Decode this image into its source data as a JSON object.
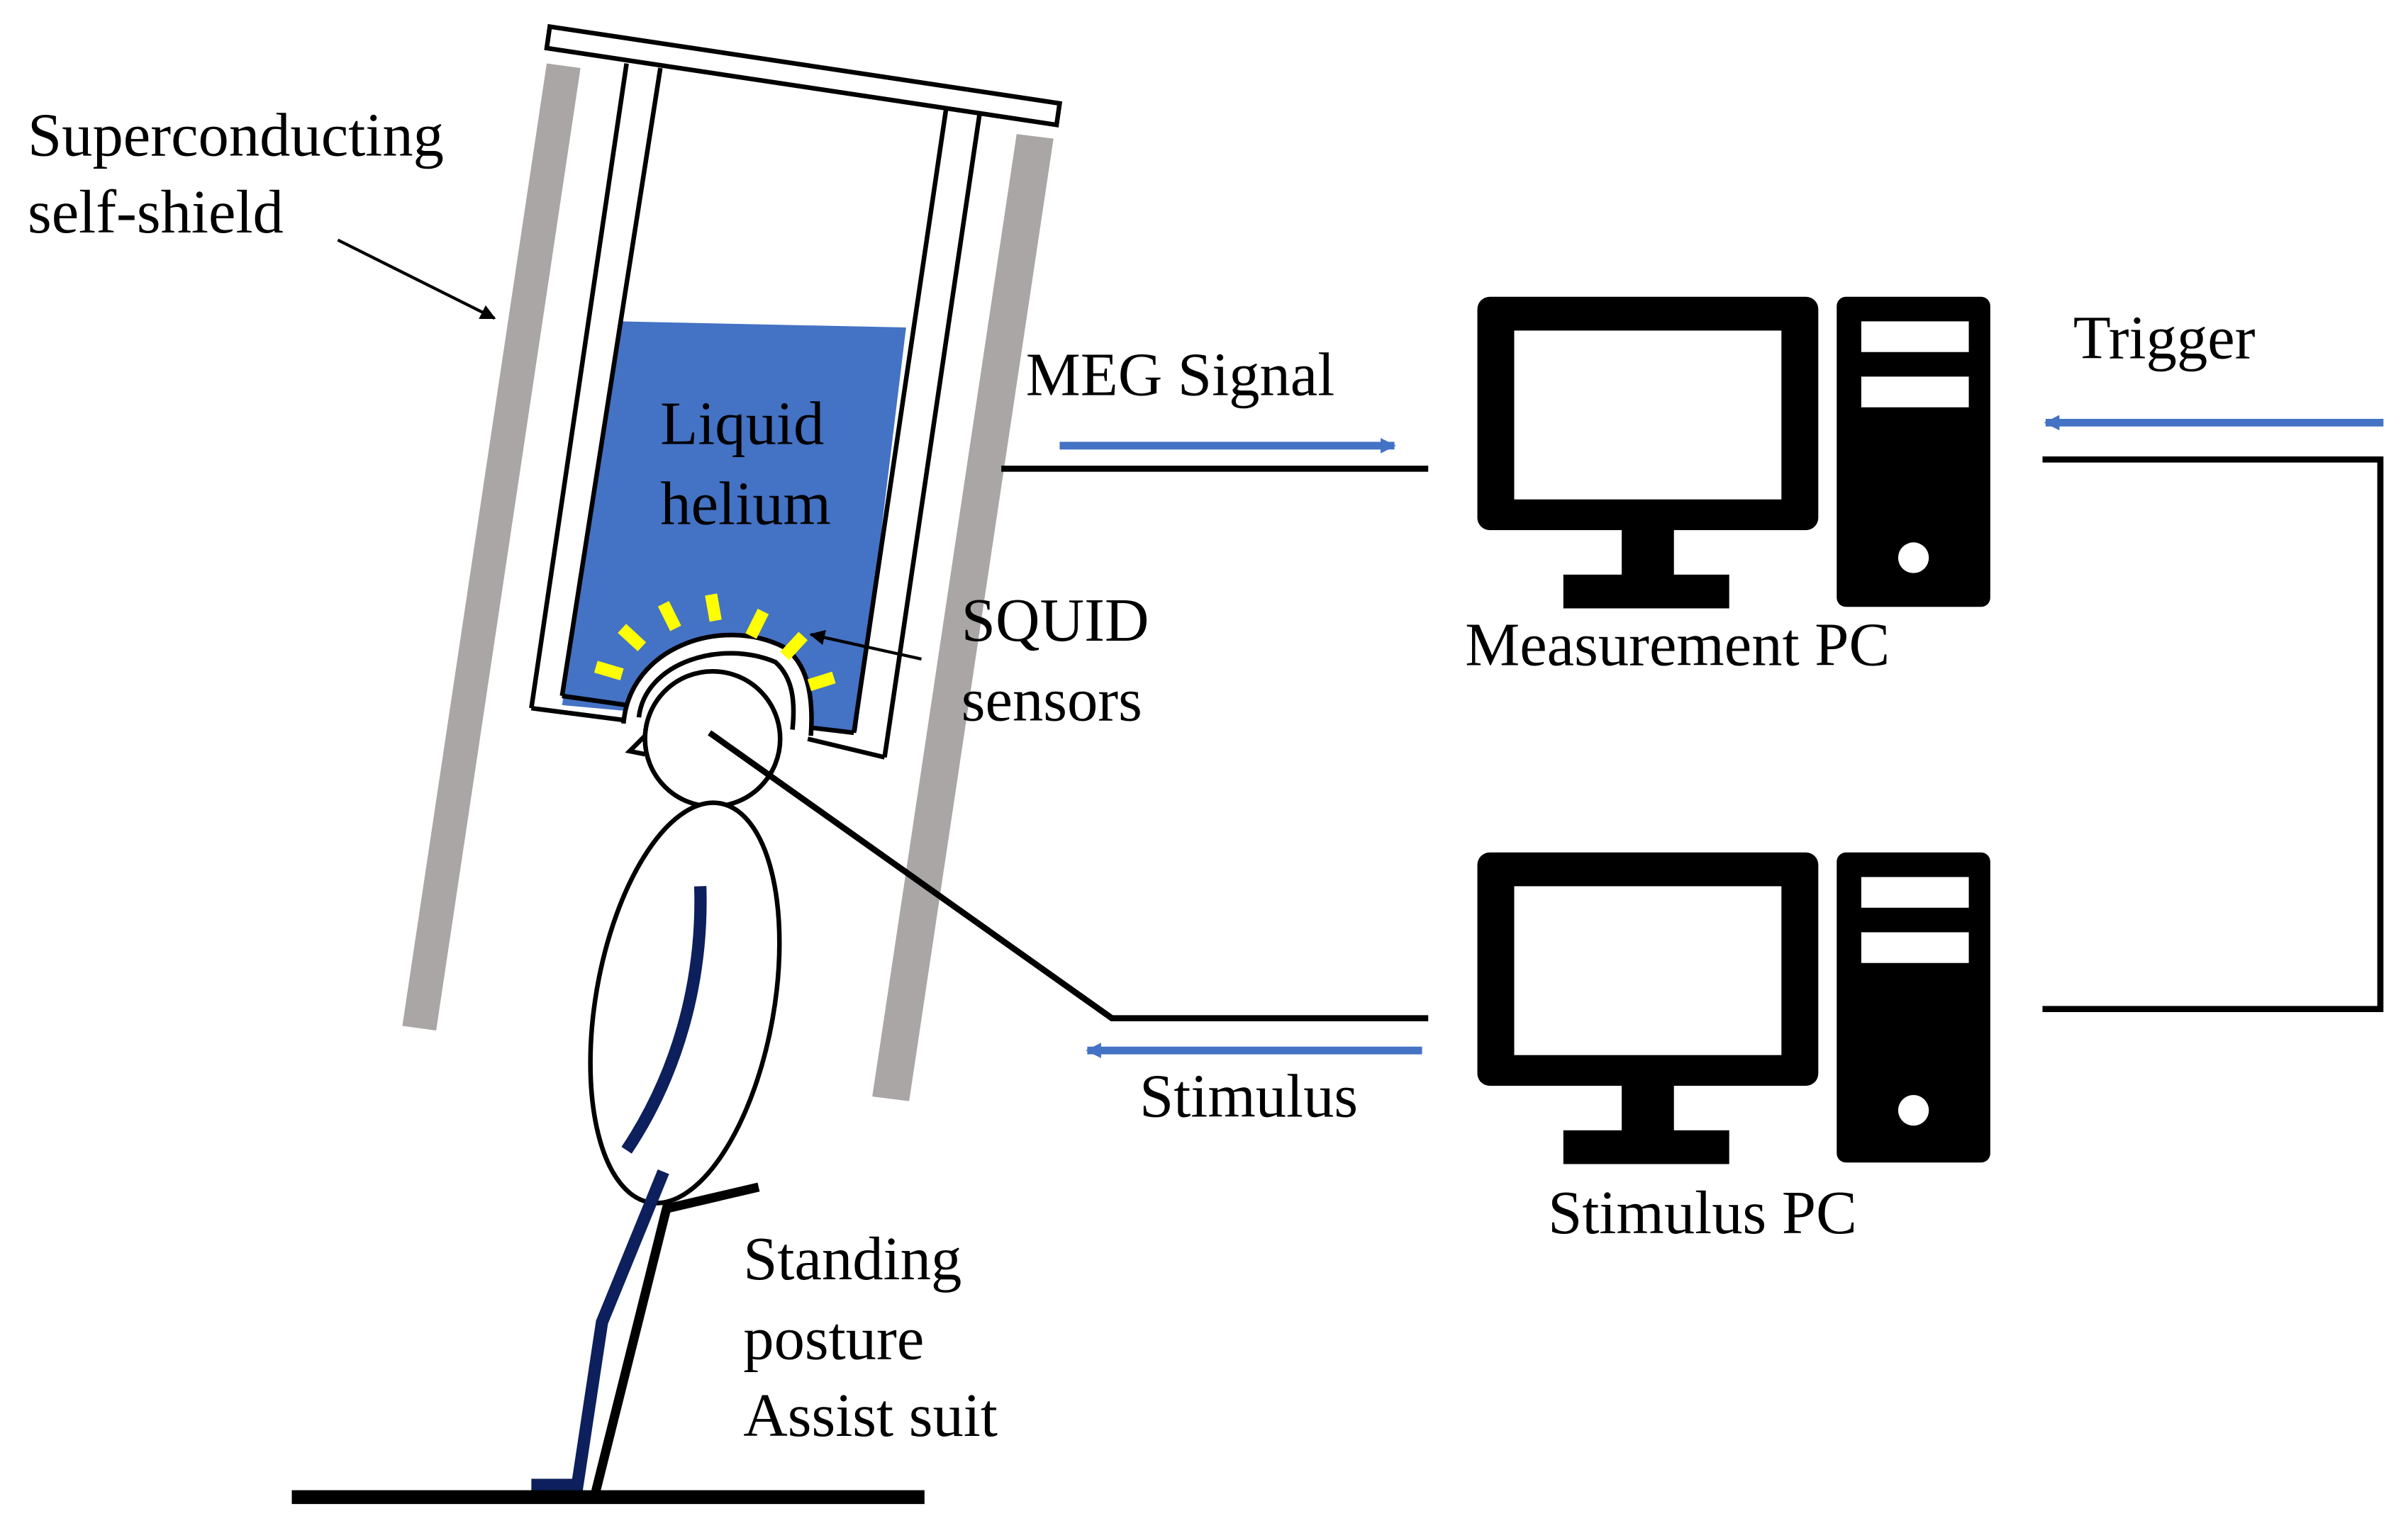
{
  "labels": {
    "shield_line1": "Superconducting",
    "shield_line2": "self-shield",
    "helium_line1": "Liquid",
    "helium_line2": "helium",
    "squid_line1": "SQUID",
    "squid_line2": "sensors",
    "meg_signal": "MEG Signal",
    "trigger": "Trigger",
    "measurement_pc": "Measurement PC",
    "stimulus_pc": "Stimulus PC",
    "stimulus": "Stimulus",
    "suit_line1": "Standing",
    "suit_line2": "posture",
    "suit_line3": "Assist suit"
  },
  "colors": {
    "shield": "#aaa6a6",
    "helium": "#4472c4",
    "sensor": "#ffff00",
    "arrow": "#4472c4",
    "suit": "#0d1f5c",
    "line": "#000000"
  },
  "icons": {
    "measurement_pc": "desktop-computer-icon",
    "stimulus_pc": "desktop-computer-icon"
  }
}
